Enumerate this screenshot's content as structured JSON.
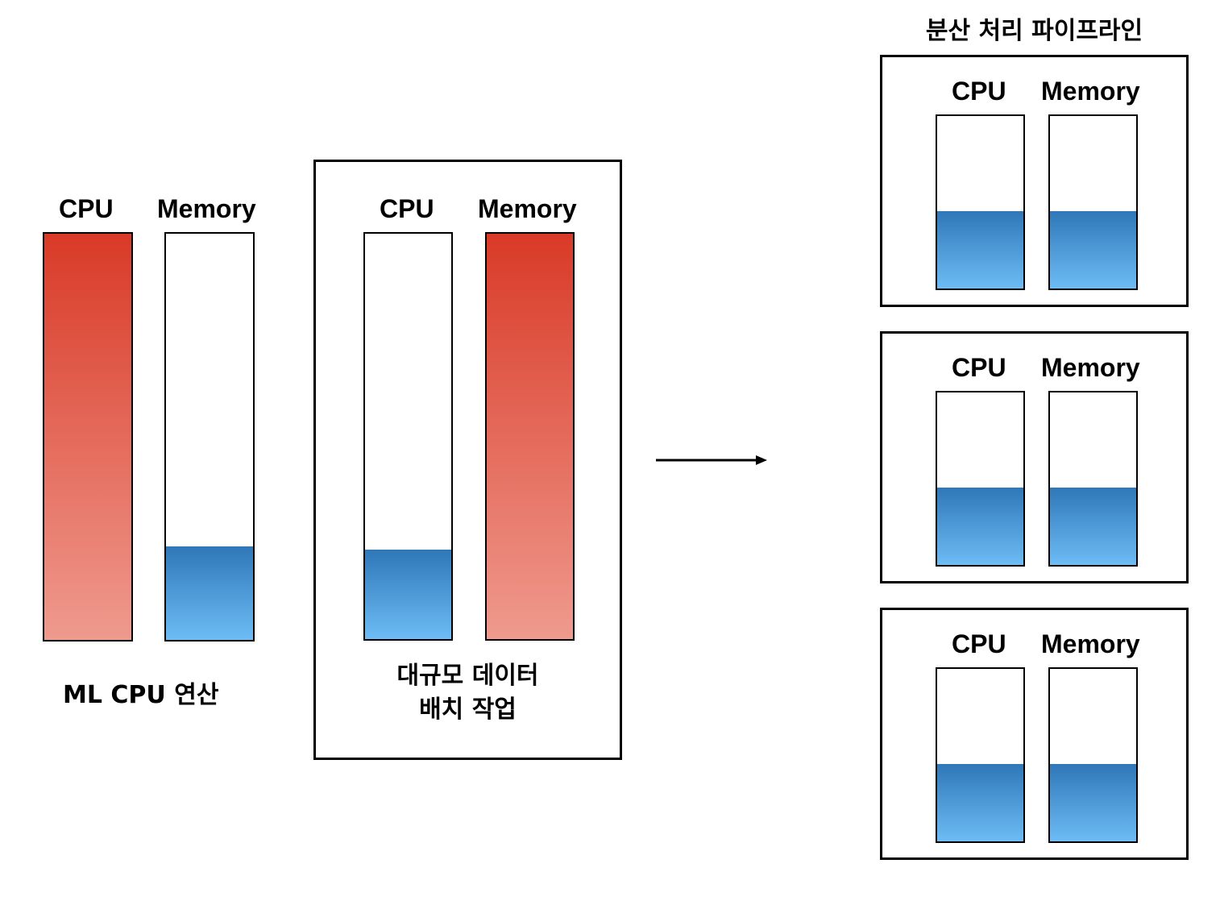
{
  "single_machine": {
    "cpu_label": "CPU",
    "memory_label": "Memory",
    "cpu_level": 1.0,
    "memory_level": 0.23,
    "caption": "ML CPU 연산",
    "high_color": "#d93a27",
    "low_color": "#2f77b8"
  },
  "batch_machine": {
    "cpu_label": "CPU",
    "memory_label": "Memory",
    "cpu_level": 0.22,
    "memory_level": 1.0,
    "caption_line1": "대규모 데이터",
    "caption_line2": "배치 작업"
  },
  "pipeline": {
    "title": "분산 처리 파이프라인",
    "nodes": [
      {
        "cpu_label": "CPU",
        "memory_label": "Memory",
        "cpu_level": 0.45,
        "memory_level": 0.45
      },
      {
        "cpu_label": "CPU",
        "memory_label": "Memory",
        "cpu_level": 0.45,
        "memory_level": 0.45
      },
      {
        "cpu_label": "CPU",
        "memory_label": "Memory",
        "cpu_level": 0.45,
        "memory_level": 0.45
      }
    ]
  }
}
